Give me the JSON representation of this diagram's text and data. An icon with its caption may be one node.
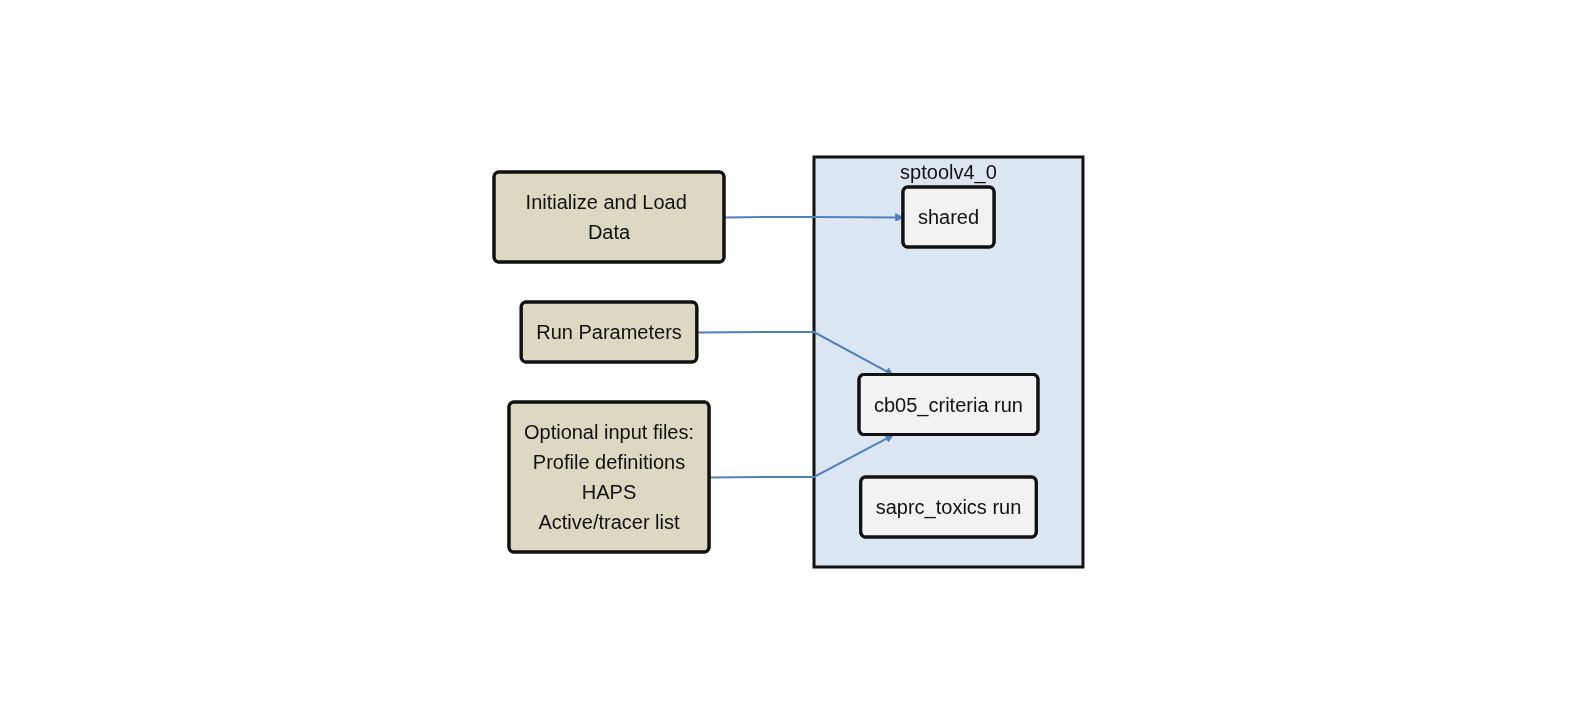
{
  "diagram": {
    "nodes": [
      {
        "text": [
          "Initialize and Load Data"
        ]
      },
      {
        "text": [
          "Run Parameters"
        ]
      },
      {
        "text": [
          "Optional input files:",
          "Profile definitions",
          "HAPS",
          "Active/tracer list"
        ]
      },
      {
        "text": [
          "sptoolv4_0"
        ]
      },
      {
        "text": [
          "shared"
        ],
        "in": 3
      },
      {
        "text": [
          "cb05_criteria run"
        ],
        "in": 3
      },
      {
        "text": [
          "saprc_toxics run"
        ],
        "in": 3
      }
    ],
    "edges": [
      {
        "from": 0,
        "to": 4,
        "arrow": "to"
      },
      {
        "from": 1,
        "to": 5,
        "arrow": "to"
      },
      {
        "from": 2,
        "to": 5,
        "arrow": "to"
      }
    ]
  }
}
